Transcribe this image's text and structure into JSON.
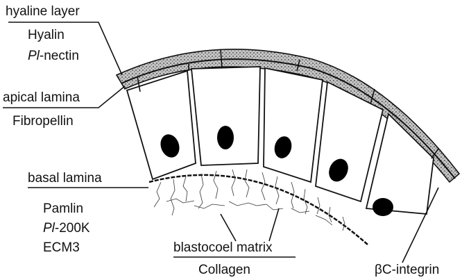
{
  "labels": {
    "hyaline_layer": "hyaline layer",
    "hyalin": "Hyalin",
    "pl_nectin_italic": "Pl",
    "pl_nectin_rest": "-nectin",
    "apical_lamina": "apical lamina",
    "fibropellin": "Fibropellin",
    "basal_lamina": "basal lamina",
    "pamlin": "Pamlin",
    "pl200k_italic": "Pl",
    "pl200k_rest": "-200K",
    "ecm3": "ECM3",
    "blastocoel_matrix": "blastocoel matrix",
    "collagen": "Collagen",
    "bc_integrin": "βC-integrin"
  },
  "colors": {
    "ink": "#111111",
    "stipple_fill": "#bdbdbd",
    "cell_fill": "#ffffff",
    "nucleus": "#000000"
  }
}
